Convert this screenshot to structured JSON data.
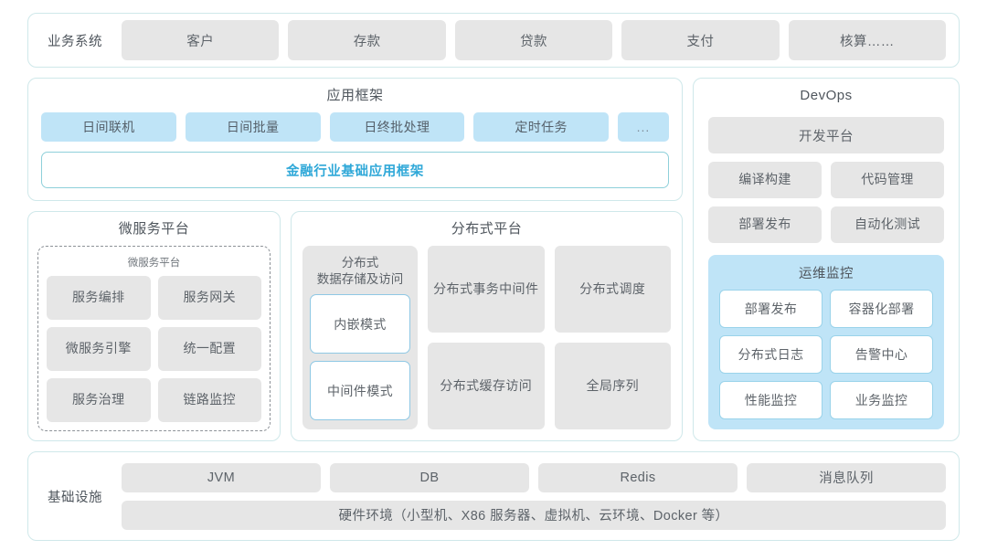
{
  "business_row": {
    "label": "业务系统",
    "items": [
      "客户",
      "存款",
      "贷款",
      "支付",
      "核算……"
    ]
  },
  "app_framework": {
    "title": "应用框架",
    "chips": [
      "日间联机",
      "日间批量",
      "日终批处理",
      "定时任务",
      "..."
    ],
    "base_label": "金融行业基础应用框架"
  },
  "microservice": {
    "title": "微服务平台",
    "sub_title": "微服务平台",
    "cells": [
      "服务编排",
      "服务网关",
      "微服务引擎",
      "统一配置",
      "服务治理",
      "链路监控"
    ]
  },
  "distributed": {
    "title": "分布式平台",
    "storage_title": "分布式\n数据存储及访问",
    "storage_title_line1": "分布式",
    "storage_title_line2": "数据存储及访问",
    "modes": [
      "内嵌模式",
      "中间件模式"
    ],
    "cells": [
      {
        "line1": "分布式",
        "line2": "事务中间件"
      },
      {
        "line1": "分布式调度",
        "line2": ""
      },
      {
        "line1": "分布式",
        "line2": "缓存访问"
      },
      {
        "line1": "全局序列",
        "line2": ""
      }
    ]
  },
  "devops": {
    "title": "DevOps",
    "platform_label": "开发平台",
    "pairs": [
      [
        "编译构建",
        "代码管理"
      ],
      [
        "部署发布",
        "自动化测试"
      ]
    ],
    "ops": {
      "title": "运维监控",
      "items": [
        "部署发布",
        "容器化部署",
        "分布式日志",
        "告警中心",
        "性能监控",
        "业务监控"
      ]
    }
  },
  "infrastructure": {
    "label": "基础设施",
    "items": [
      "JVM",
      "DB",
      "Redis",
      "消息队列"
    ],
    "hardware": "硬件环境（小型机、X86 服务器、虚拟机、云环境、Docker 等）"
  },
  "colors": {
    "accent_blue": "#2fa8d8",
    "chip_blue": "#bfe4f7",
    "chip_grey": "#e6e6e6",
    "border_cyan": "#cfe8ea",
    "text": "#5d6369"
  }
}
